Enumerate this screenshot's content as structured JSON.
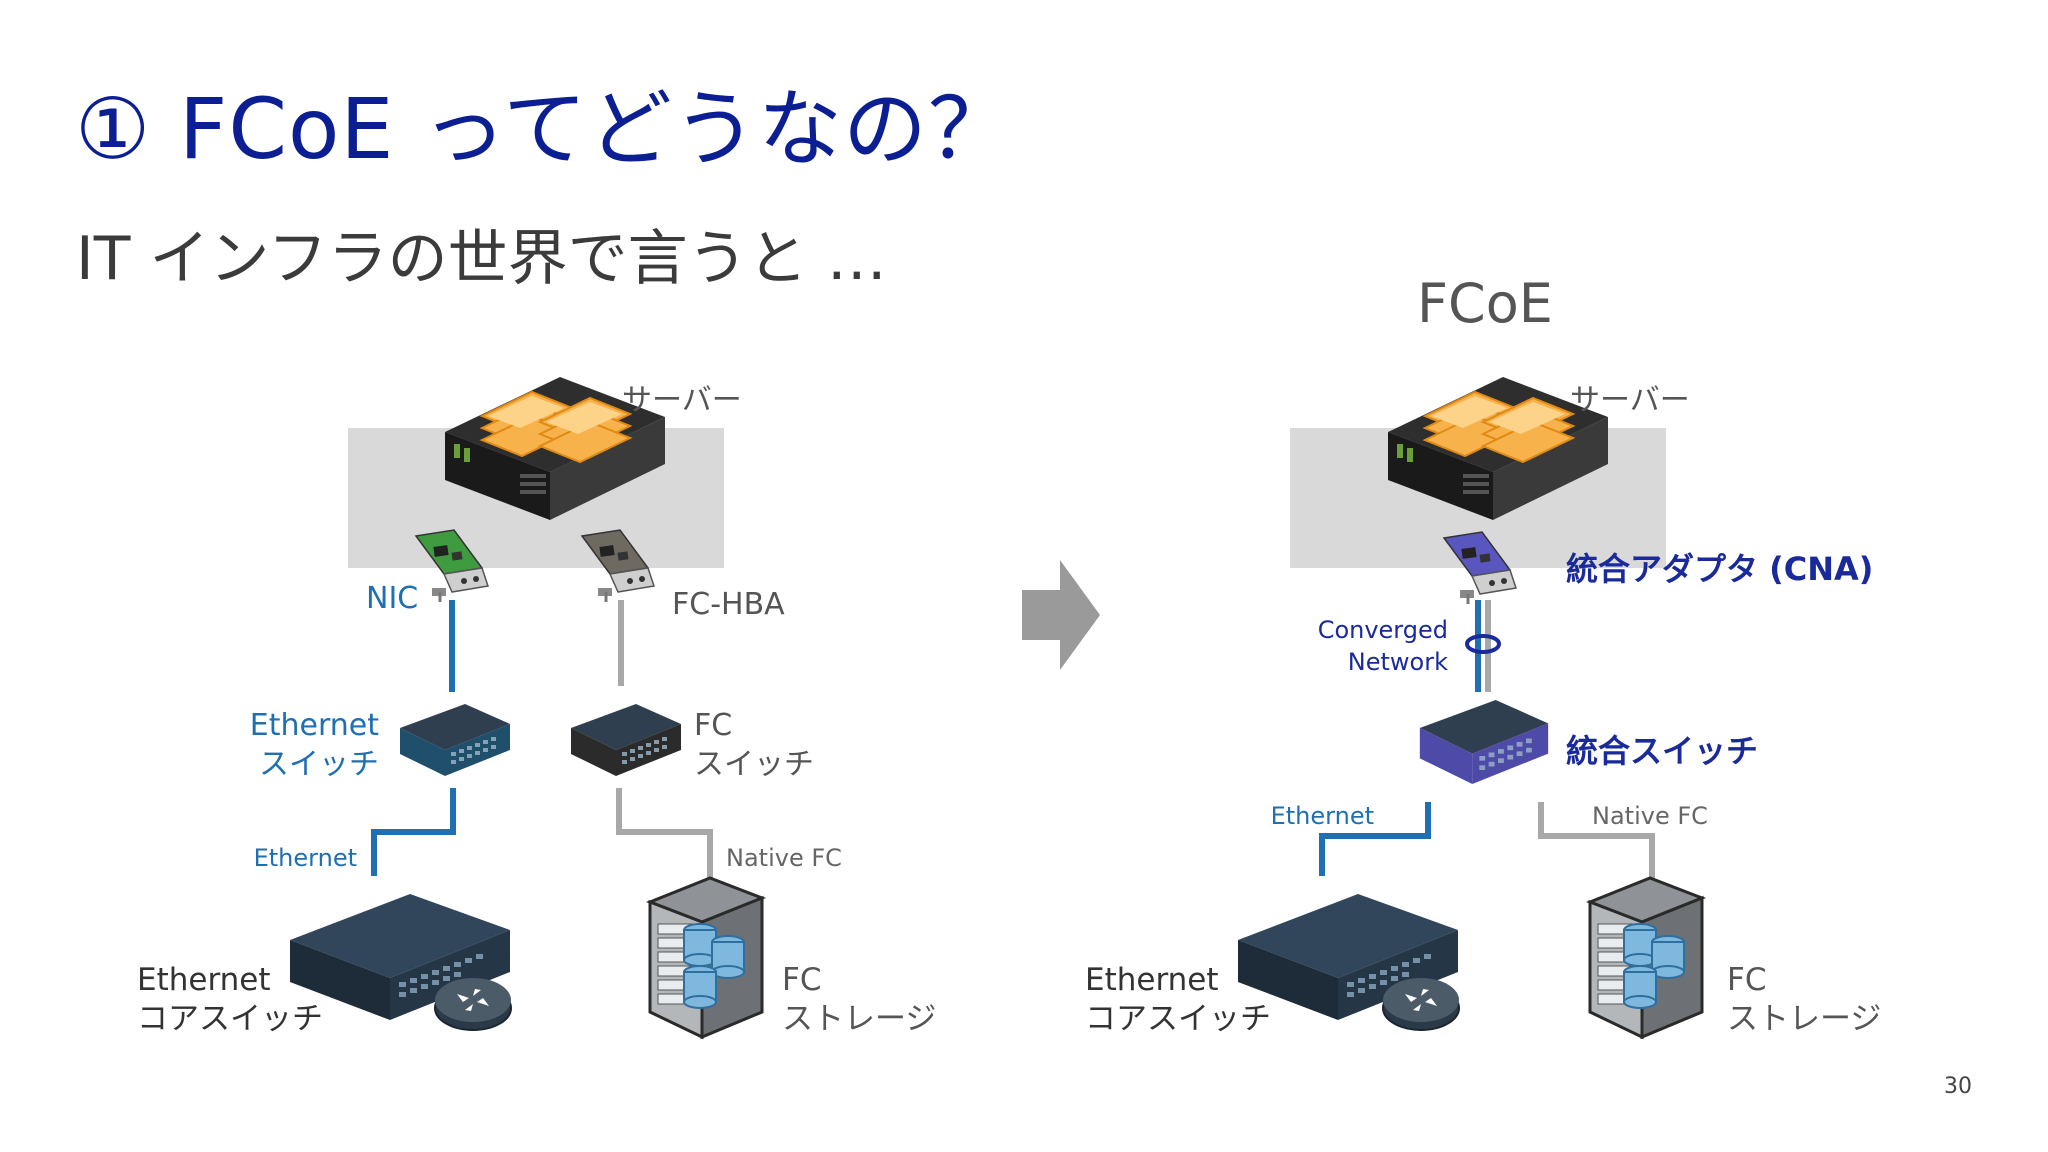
{
  "title": "① FCoE ってどうなの？",
  "subtitle": "IT インフラの世界で言うと …",
  "page_number": "30",
  "colors": {
    "title": "#0b1f93",
    "ethernet_blue": "#1f6fb3",
    "fc_gray": "#a8a8a8",
    "server_box": "#d9d9d9",
    "converged_accent": "#1a2a9a",
    "cna_purple": "#5a56c0",
    "arrow_gray": "#9a9a9a"
  },
  "left": {
    "server_label": "サーバー",
    "nic_label": "NIC",
    "fchba_label": "FC-HBA",
    "eth_switch_label_1": "Ethernet",
    "eth_switch_label_2": "スイッチ",
    "fc_switch_label_1": "FC",
    "fc_switch_label_2": "スイッチ",
    "eth_link_label": "Ethernet",
    "fc_link_label": "Native FC",
    "core_switch_label_1": "Ethernet",
    "core_switch_label_2": "コアスイッチ",
    "storage_label_1": "FC",
    "storage_label_2": "ストレージ"
  },
  "right": {
    "heading": "FCoE",
    "server_label": "サーバー",
    "cna_label": "統合アダプタ (CNA)",
    "converged_label_1": "Converged",
    "converged_label_2": "Network",
    "unified_switch_label": "統合スイッチ",
    "eth_link_label": "Ethernet",
    "fc_link_label": "Native FC",
    "core_switch_label_1": "Ethernet",
    "core_switch_label_2": "コアスイッチ",
    "storage_label_1": "FC",
    "storage_label_2": "ストレージ"
  },
  "icons": {
    "server": "server-icon",
    "nic": "network-card-icon",
    "hba": "hba-card-icon",
    "switch": "switch-icon",
    "router": "router-icon",
    "storage": "storage-icon",
    "arrow": "arrow-right-icon"
  }
}
